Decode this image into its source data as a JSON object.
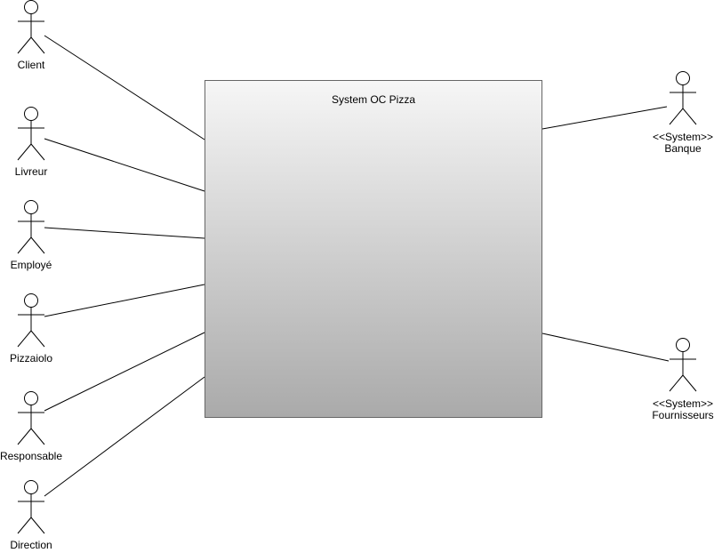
{
  "diagram": {
    "system": {
      "title": "System OC Pizza"
    },
    "actors": [
      {
        "label": "Client"
      },
      {
        "label": "Livreur"
      },
      {
        "label": "Employé"
      },
      {
        "label": "Pizzaiolo"
      },
      {
        "label": "Responsable"
      },
      {
        "label": "Direction"
      },
      {
        "stereotype": "<<System>>",
        "label": "Banque"
      },
      {
        "stereotype": "<<System>>",
        "label": "Fournisseurs"
      }
    ]
  }
}
